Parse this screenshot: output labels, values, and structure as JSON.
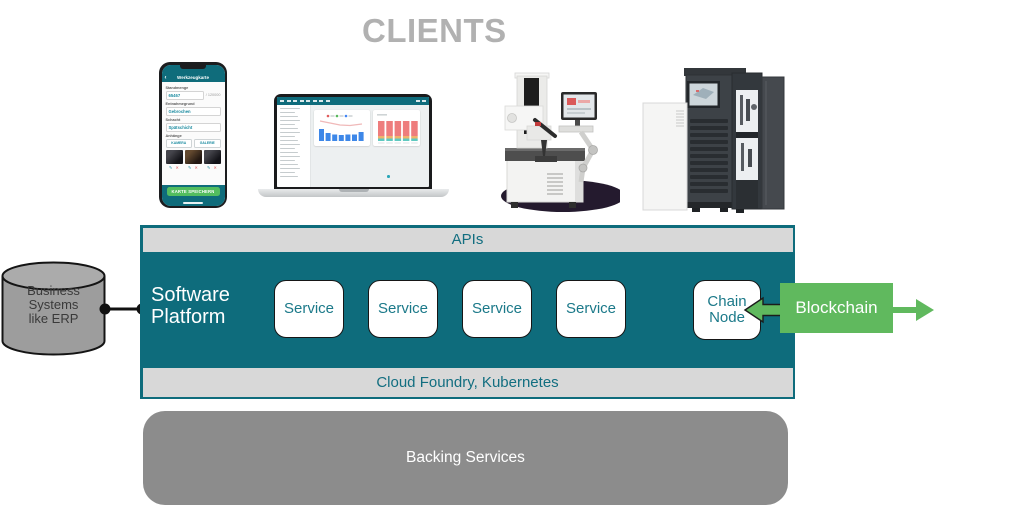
{
  "title": {
    "label": "CLIENTS"
  },
  "colors": {
    "teal": "#0e6c7c",
    "teal_text": "#1b7989",
    "green": "#60b95e",
    "bar_gray": "#d8d8d8",
    "backing_gray": "#8c8c8c",
    "cylinder_gray": "#9d9d9d",
    "title_gray": "#b1b1b1"
  },
  "erp_db": {
    "lines": [
      "Business",
      "Systems",
      "like ERP"
    ]
  },
  "platform": {
    "apis_label": "APIs",
    "name_lines": [
      "Software",
      "Platform"
    ],
    "services": [
      "Service",
      "Service",
      "Service",
      "Service"
    ],
    "chain_node_lines": [
      "Chain",
      "Node"
    ],
    "infra_label": "Cloud Foundry, Kubernetes"
  },
  "blockchain": {
    "label": "Blockchain"
  },
  "backing": {
    "label": "Backing Services"
  },
  "devices": {
    "phone": {
      "header": "Werkzeugkarte",
      "icons": {
        "back": "‹",
        "edit": "✎",
        "delete": "✕"
      },
      "fields": [
        {
          "label": "Standmenge",
          "value": "65467",
          "suffix": "/ 120000"
        },
        {
          "label": "Entnahmegrund",
          "value": "Gebrochen"
        },
        {
          "label": "Schacht",
          "value": "Spätschicht"
        }
      ],
      "attachments_label": "Anhänge",
      "camera_button": "KAMERA",
      "gallery_button": "GALERIE",
      "save_button": "KARTE SPEICHERN"
    },
    "laptop": {
      "chart1_values": [
        12,
        8,
        6.5,
        6,
        6.5,
        6.5,
        9
      ],
      "chart2_stacks": [
        [
          2.5,
          2.5,
          15
        ],
        [
          2.5,
          2.5,
          15
        ],
        [
          2.5,
          2.5,
          15
        ],
        [
          2.5,
          2.5,
          15
        ],
        [
          2.5,
          2.5,
          15
        ]
      ],
      "sidebar_rows": 18
    }
  }
}
